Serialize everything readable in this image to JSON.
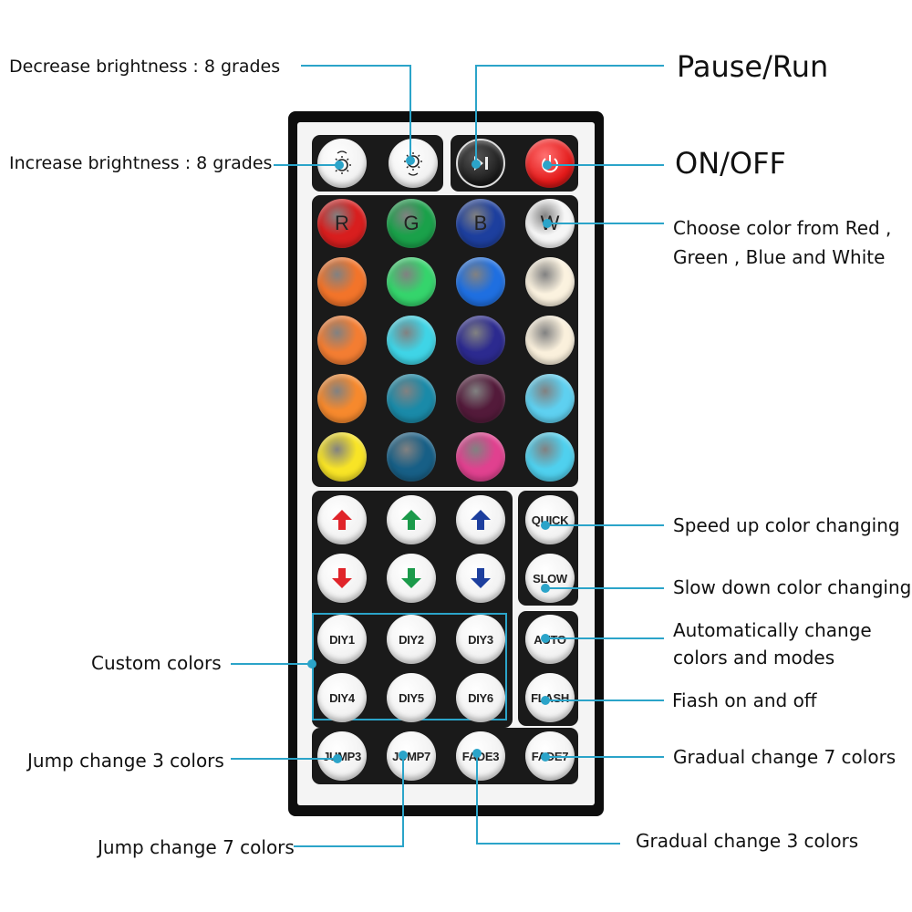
{
  "labels": {
    "decrease_brightness": "Decrease brightness : 8 grades",
    "increase_brightness": "Increase brightness : 8 grades",
    "pause_run": "Pause/Run",
    "on_off": "ON/OFF",
    "choose_color_line1": "Choose color from Red ,",
    "choose_color_line2": "Green , Blue and White",
    "speed_up": "Speed up color changing",
    "slow_down": "Slow down color changing",
    "auto_line1": "Automatically change",
    "auto_line2": "colors and modes",
    "flash": "Fiash on and off",
    "fade7": "Gradual change 7 colors",
    "custom_colors": "Custom colors",
    "jump3": "Jump change 3 colors",
    "jump7": "Jump change 7 colors",
    "fade3": "Gradual change 3 colors"
  },
  "buttons": {
    "color_letters": [
      "R",
      "G",
      "B",
      "W"
    ],
    "quick": "QUICK",
    "slow": "SLOW",
    "auto": "AUTO",
    "flash": "FLASH",
    "diy": [
      "DIY1",
      "DIY2",
      "DIY3",
      "DIY4",
      "DIY5",
      "DIY6"
    ],
    "jump3": "JUMP3",
    "jump7": "JUMP7",
    "fade3": "FADE3",
    "fade7": "FADE7"
  },
  "colors": {
    "accent_line": "#2ba4c9",
    "color_grid": [
      [
        "#d81e1e",
        "#1aa14a",
        "#1d3f9e",
        "#f6f6f6"
      ],
      [
        "#f2742a",
        "#35d46c",
        "#1f6fe0",
        "#fbf2df"
      ],
      [
        "#f37d32",
        "#3fd4e6",
        "#2c2a8f",
        "#faf0dc"
      ],
      [
        "#f6892d",
        "#1a8aa8",
        "#531a3a",
        "#5ed0f0"
      ],
      [
        "#f8e426",
        "#175f86",
        "#e0418f",
        "#4fd0ee"
      ]
    ],
    "arrow_up": [
      "#e0242a",
      "#1b9a4a",
      "#1d3f9e"
    ],
    "arrow_down": [
      "#e0242a",
      "#1b9a4a",
      "#1d3f9e"
    ]
  }
}
